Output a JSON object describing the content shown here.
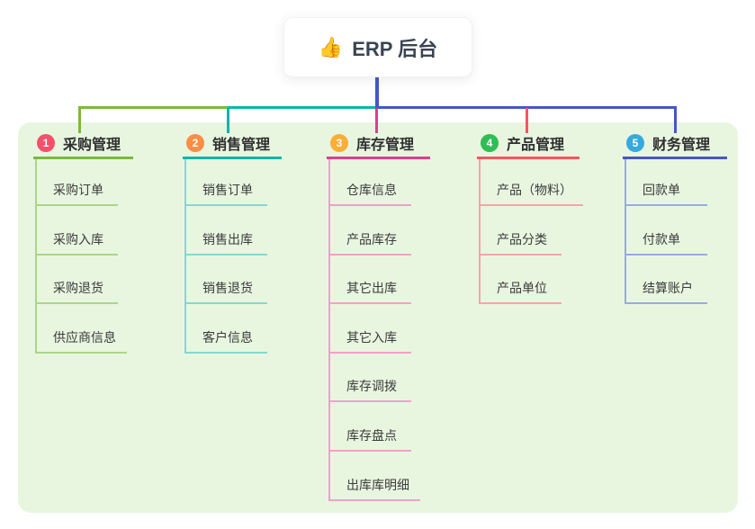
{
  "root": {
    "icon": "👍",
    "title": "ERP 后台"
  },
  "branches": [
    {
      "num": "1",
      "title": "采购管理",
      "children": [
        "采购订单",
        "采购入库",
        "采购退货",
        "供应商信息"
      ],
      "colors": {
        "badge": "#f6506b",
        "line": "#7cb93e",
        "light": "#abd689"
      }
    },
    {
      "num": "2",
      "title": "销售管理",
      "children": [
        "销售订单",
        "销售出库",
        "销售退货",
        "客户信息"
      ],
      "colors": {
        "badge": "#fb8d45",
        "line": "#0ab6ab",
        "light": "#84d8d0"
      }
    },
    {
      "num": "3",
      "title": "库存管理",
      "children": [
        "仓库信息",
        "产品库存",
        "其它出库",
        "其它入库",
        "库存调拨",
        "库存盘点",
        "出库库明细"
      ],
      "colors": {
        "badge": "#fbae38",
        "line": "#df3e8e",
        "light": "#f2a0c8"
      }
    },
    {
      "num": "4",
      "title": "产品管理",
      "children": [
        "产品（物料）",
        "产品分类",
        "产品单位"
      ],
      "colors": {
        "badge": "#2fbd55",
        "line": "#f8555d",
        "light": "#f9a3a6"
      }
    },
    {
      "num": "5",
      "title": "财务管理",
      "children": [
        "回款单",
        "付款单",
        "结算账户"
      ],
      "colors": {
        "badge": "#36a9df",
        "line": "#4457c8",
        "light": "#9aa9e6"
      }
    }
  ]
}
